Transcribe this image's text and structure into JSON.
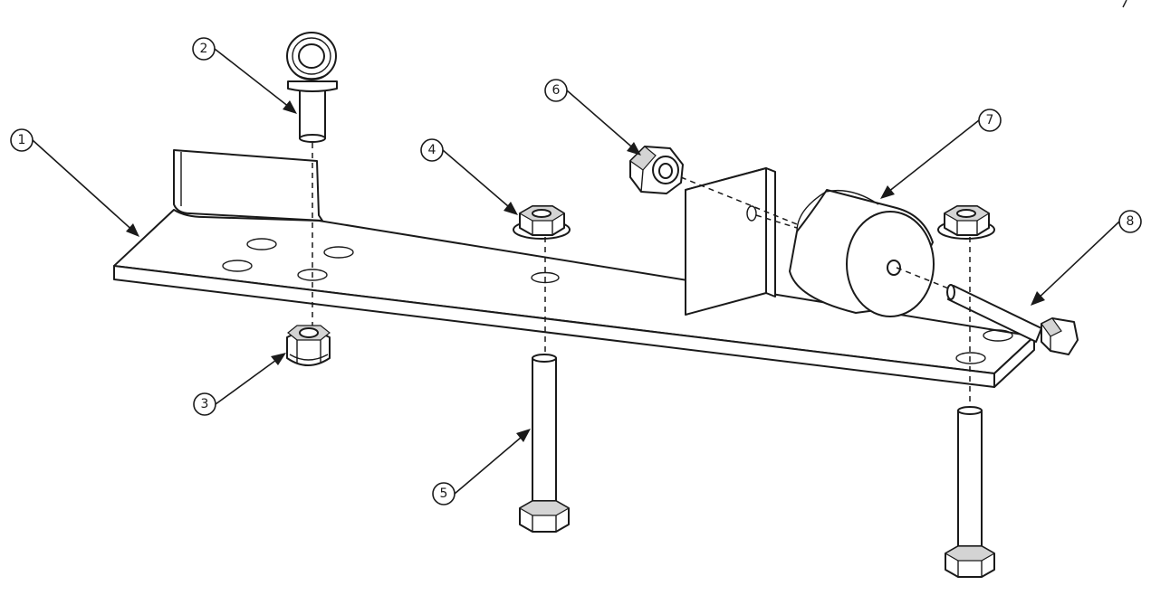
{
  "callouts": [
    {
      "id": 1,
      "label": "1"
    },
    {
      "id": 2,
      "label": "2"
    },
    {
      "id": 3,
      "label": "3"
    },
    {
      "id": 4,
      "label": "4"
    },
    {
      "id": 5,
      "label": "5"
    },
    {
      "id": 6,
      "label": "6"
    },
    {
      "id": 7,
      "label": "7"
    },
    {
      "id": 8,
      "label": "8"
    }
  ],
  "colors": {
    "line": "#1a1a1a",
    "paper": "#ffffff",
    "shade": "#d4d4d4"
  }
}
